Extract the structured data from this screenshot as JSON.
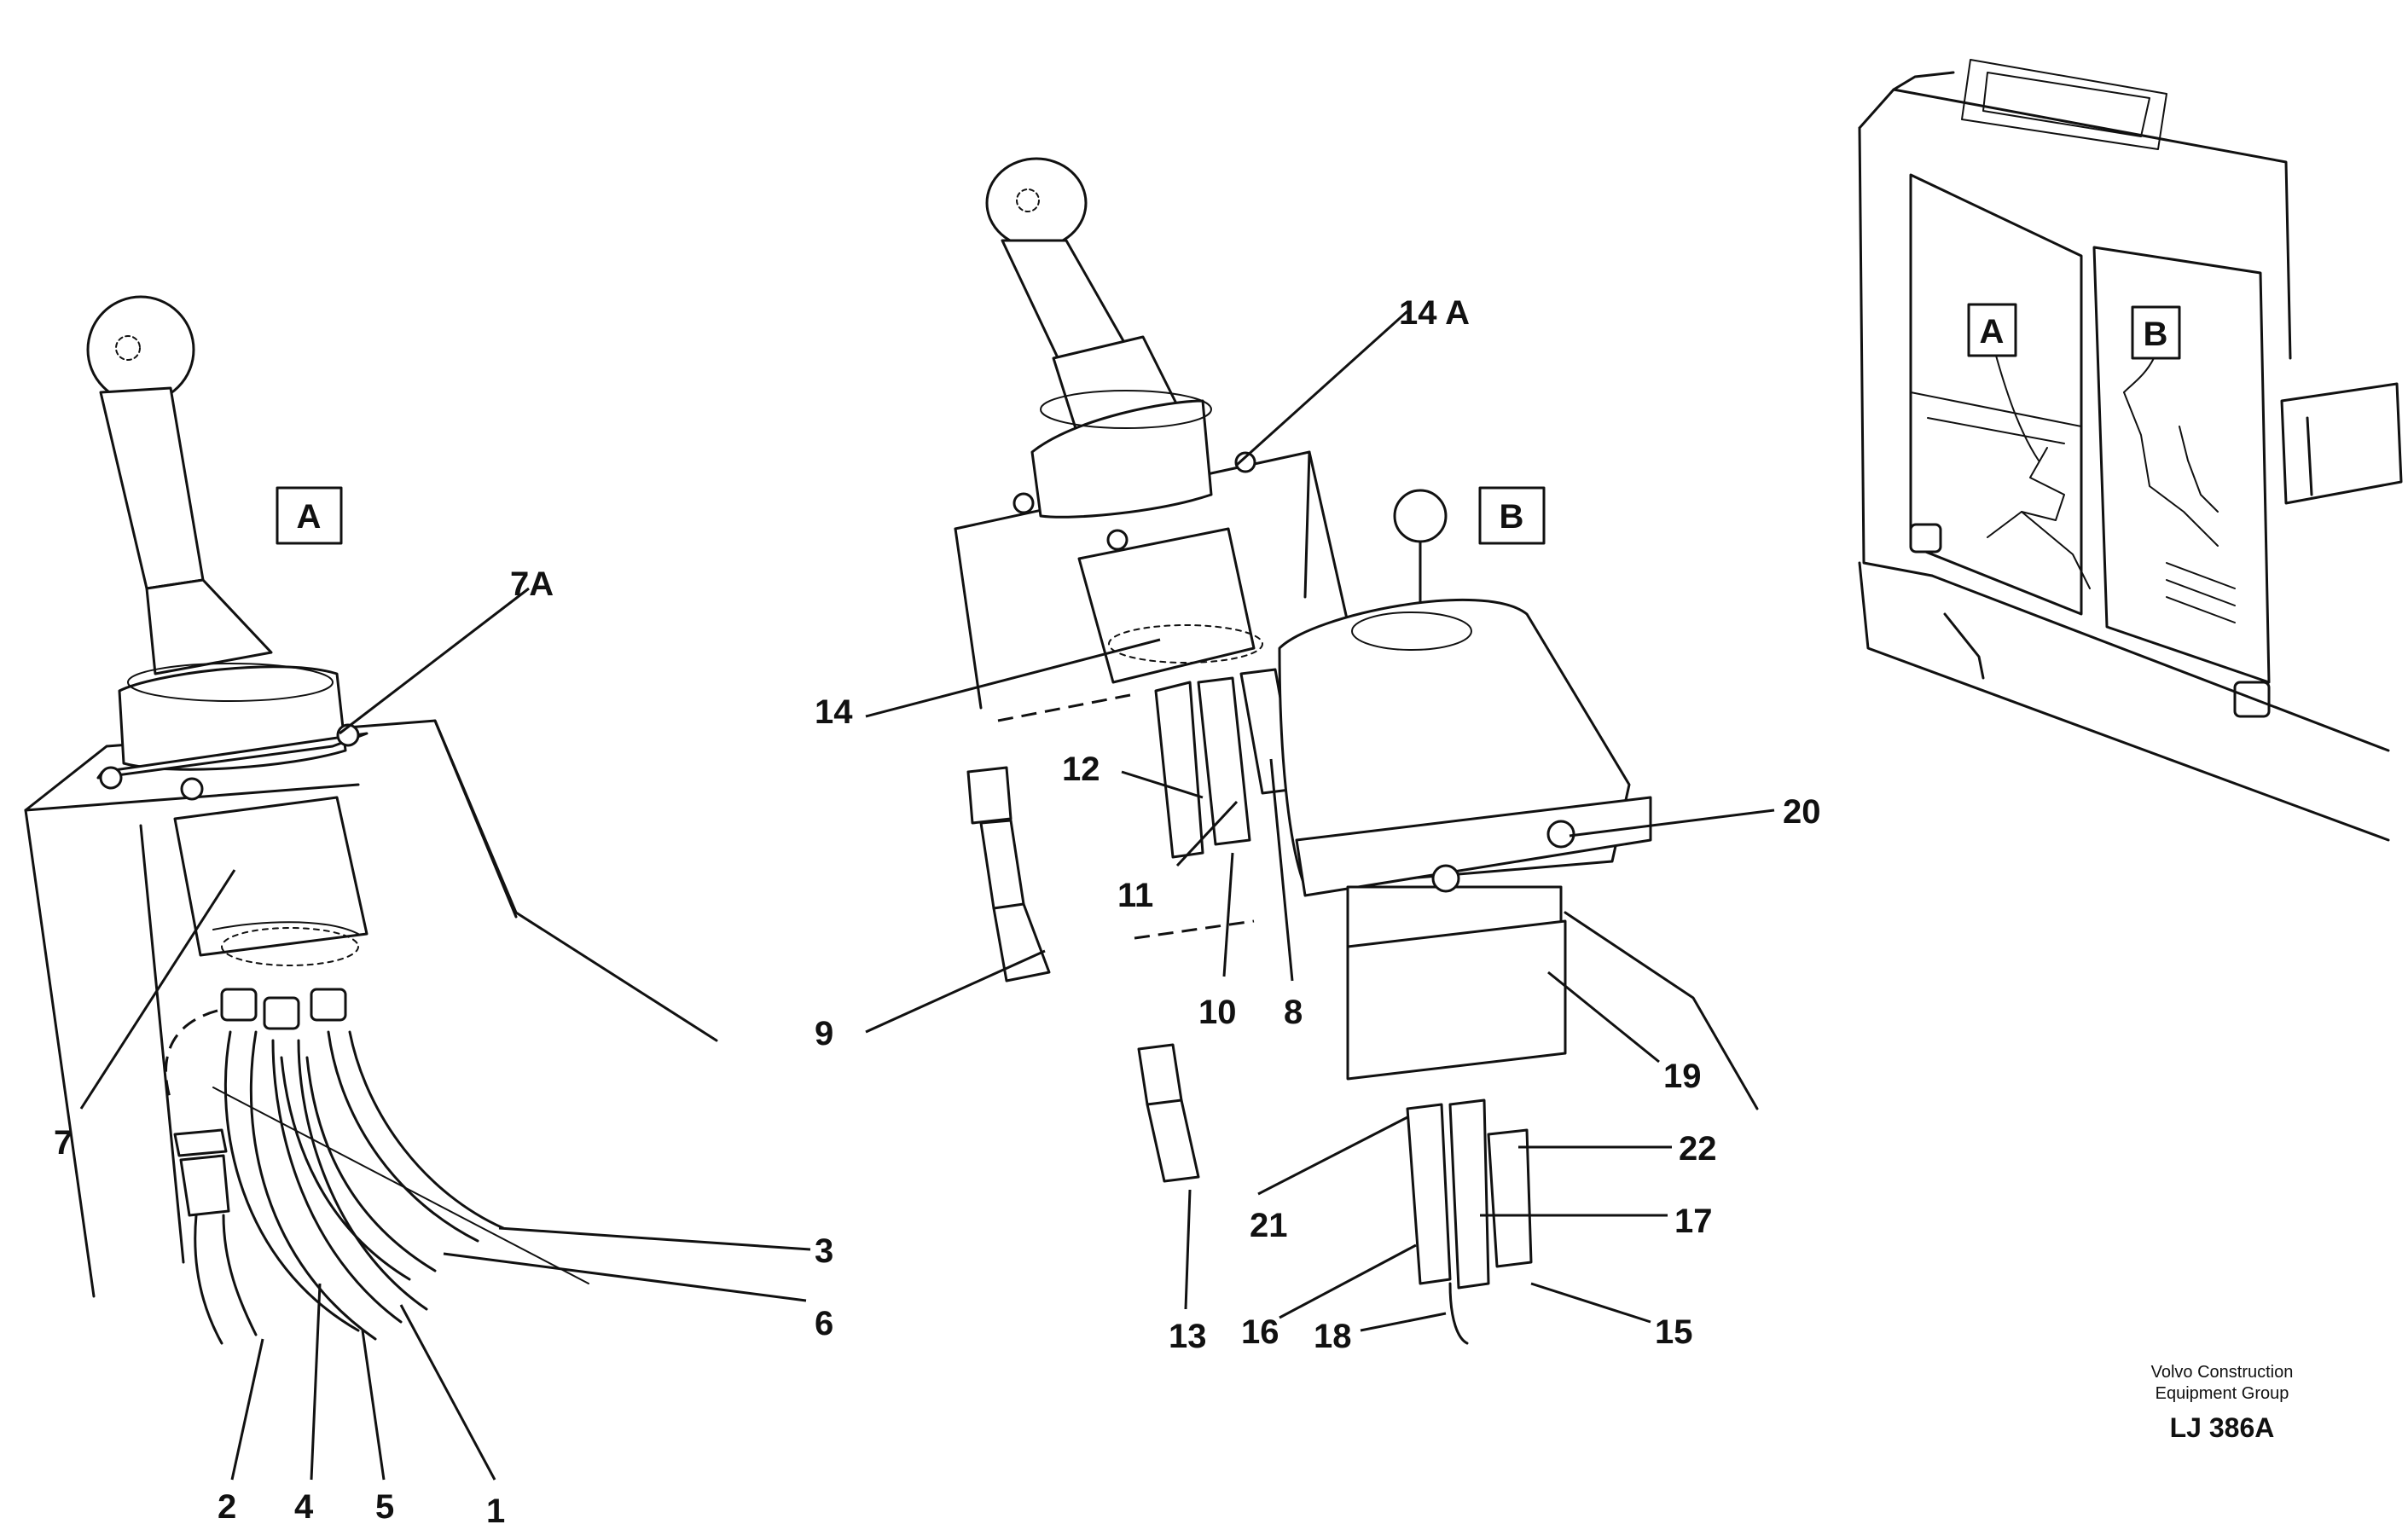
{
  "view_boxes": {
    "a": "A",
    "b": "B"
  },
  "cab_inset": {
    "box_a": "A",
    "box_b": "B"
  },
  "callouts": {
    "c1": "1",
    "c2": "2",
    "c3": "3",
    "c4": "4",
    "c5": "5",
    "c6": "6",
    "c7": "7",
    "c7a": "7A",
    "c8": "8",
    "c9": "9",
    "c10": "10",
    "c11": "11",
    "c12": "12",
    "c13": "13",
    "c14": "14",
    "c14a": "14 A",
    "c15": "15",
    "c16": "16",
    "c17": "17",
    "c18": "18",
    "c19": "19",
    "c20": "20",
    "c21": "21",
    "c22": "22"
  },
  "footer": {
    "line1": "Volvo Construction",
    "line2": "Equipment Group",
    "code": "LJ 386A"
  }
}
